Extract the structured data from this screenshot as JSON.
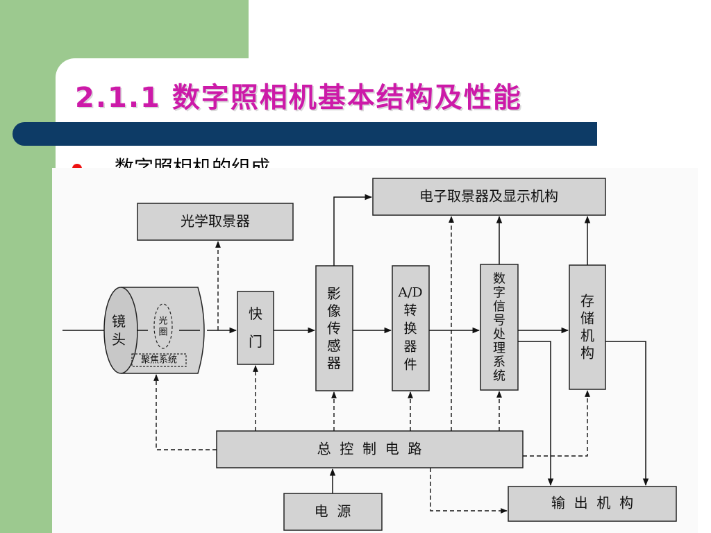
{
  "slide": {
    "title": "2.1.1  数字照相机基本结构及性能",
    "bullet": "数字照相机的组成",
    "colors": {
      "accent_green": "#9cc98f",
      "title_bar": "#0d3b66",
      "title_text": "#cc1aa8",
      "bullet": "#ee1111",
      "box_fill": "#d3d3d3"
    }
  },
  "diagram": {
    "lens_label": "镜\n头",
    "aperture_label": "光\n圈",
    "focus_label": "聚焦系统",
    "optical_viewfinder": "光学取景器",
    "electronic_viewfinder": "电子取景器及显示机构",
    "shutter": "快\n门",
    "image_sensor": "影\n像\n传\n感\n器",
    "ad_converter": "A/D\n转\n换\n器\n件",
    "dsp": "数\n字\n信\n号\n处\n理\n系\n统",
    "storage": "存\n储\n机\n构",
    "control_circuit": "总  控  制  电  路",
    "power_supply": "电  源",
    "output": "输  出  机  构"
  }
}
